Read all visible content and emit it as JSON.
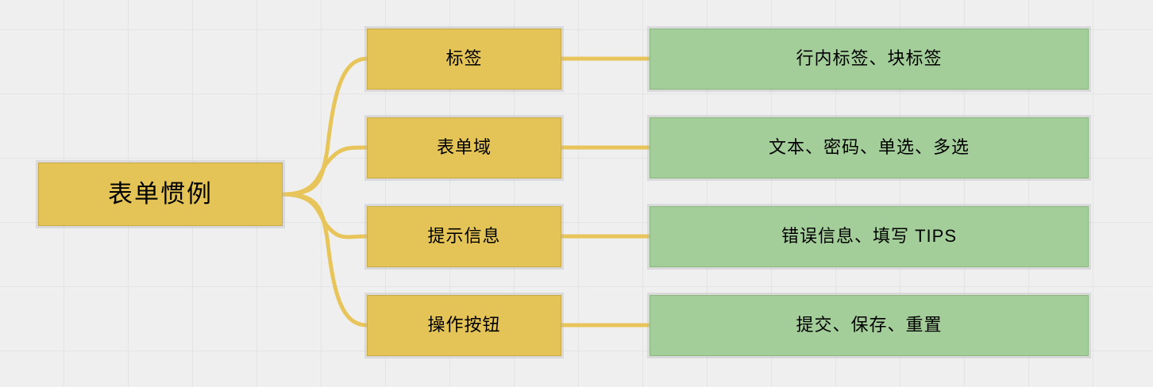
{
  "diagram": {
    "type": "mind-map",
    "title": "表单惯例",
    "background_color": "#efefef",
    "grid": true,
    "colors": {
      "branch_fill": "#e4c456",
      "branch_border": "#c9aa45",
      "leaf_fill": "#a3ce99",
      "leaf_border": "#8ab87f",
      "connector": "#e8c55a",
      "text": "#000000"
    },
    "root": {
      "label": "表单惯例"
    },
    "branches": [
      {
        "label": "标签",
        "leaf": "行内标签、块标签"
      },
      {
        "label": "表单域",
        "leaf": "文本、密码、单选、多选"
      },
      {
        "label": "提示信息",
        "leaf": "错误信息、填写 TIPS"
      },
      {
        "label": "操作按钮",
        "leaf": "提交、保存、重置"
      }
    ]
  }
}
